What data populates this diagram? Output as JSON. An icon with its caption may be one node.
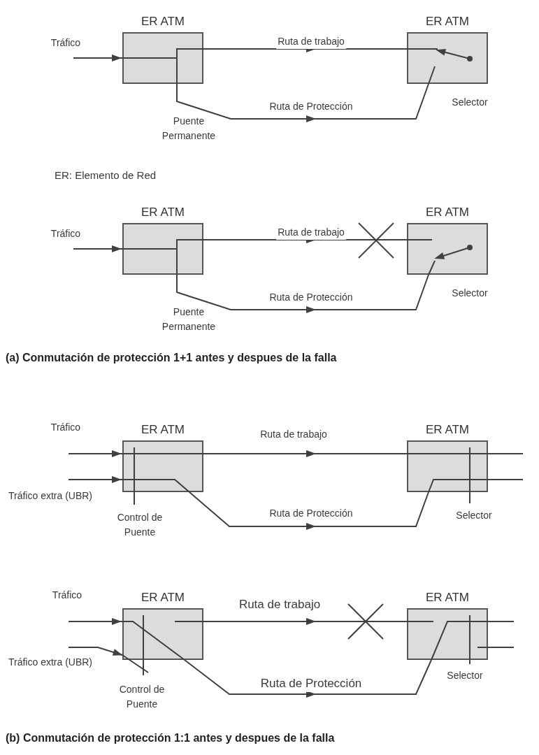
{
  "diagram": {
    "nodes": [
      {
        "text": [
          "ER ATM"
        ],
        "beside": [
          "Puente Permanente"
        ]
      },
      {
        "text": [
          "ER ATM"
        ],
        "beside": [
          "Selector"
        ]
      },
      {
        "text": [
          "ER ATM"
        ],
        "beside": [
          "Puente Permanente"
        ]
      },
      {
        "text": [
          "ER ATM"
        ],
        "beside": [
          "Selector"
        ]
      },
      {
        "text": [
          "ER ATM"
        ],
        "beside": [
          "Control de Puente"
        ]
      },
      {
        "text": [
          "ER ATM"
        ],
        "beside": [
          "Selector"
        ]
      },
      {
        "text": [
          "ER ATM"
        ],
        "beside": [
          "Control de Puente"
        ]
      },
      {
        "text": [
          "ER ATM"
        ],
        "beside": [
          "Selector"
        ]
      }
    ],
    "edges": [
      {
        "from": null,
        "to": 0,
        "arrow": "to",
        "label": "Tráfico"
      },
      {
        "from": 0,
        "to": 1,
        "arrow": "to",
        "label": "Ruta de trabajo"
      },
      {
        "from": 0,
        "to": 1,
        "arrow": "to",
        "label": "Ruta de Protección"
      },
      {
        "from": null,
        "to": 2,
        "arrow": "to",
        "label": "Tráfico"
      },
      {
        "from": 2,
        "to": 3,
        "arrow": "to",
        "label": "Ruta de trabajo"
      },
      {
        "from": 2,
        "to": 3,
        "arrow": "to",
        "label": "Ruta de Protección"
      },
      {
        "from": null,
        "to": 4,
        "arrow": "to",
        "label": "Tráfico"
      },
      {
        "from": null,
        "to": 4,
        "arrow": "to",
        "label": "Tráfico extra (UBR)"
      },
      {
        "from": 4,
        "to": 5,
        "arrow": "to",
        "label": "Ruta de trabajo"
      },
      {
        "from": 4,
        "to": 5,
        "arrow": "to",
        "label": "Ruta de Protección"
      },
      {
        "from": 5,
        "to": null,
        "arrow": "none"
      },
      {
        "from": 5,
        "to": null,
        "arrow": "none"
      },
      {
        "from": null,
        "to": 6,
        "arrow": "to",
        "label": "Tráfico"
      },
      {
        "from": null,
        "to": 6,
        "arrow": "to",
        "label": "Tráfico extra (UBR)"
      },
      {
        "from": 6,
        "to": 7,
        "arrow": "to",
        "label": "Ruta de trabajo"
      },
      {
        "from": 6,
        "to": 7,
        "arrow": "to",
        "label": "Ruta de Protección"
      },
      {
        "from": 7,
        "to": null,
        "arrow": "none"
      },
      {
        "from": 7,
        "to": null,
        "arrow": "none"
      }
    ],
    "labels": [
      "ER: Elemento de Red",
      "(a) Conmutación de protección 1+1 antes y despues de la falla",
      "(b) Conmutación de protección 1:1 antes y despues de la falla"
    ]
  }
}
